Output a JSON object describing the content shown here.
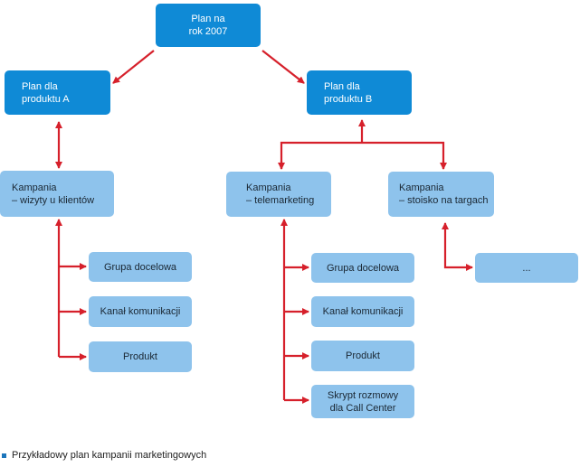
{
  "colors": {
    "top_box": "#0f8ad6",
    "sub_box": "#8ec3ec",
    "arrow": "#d6202b",
    "bullet": "#1b75bb"
  },
  "nodes": {
    "plan_2007": "Plan na\nrok 2007",
    "plan_a": "Plan dla\nproduktu A",
    "plan_b": "Plan dla\nproduktu B",
    "kampania_wizyty": "Kampania\n– wizyty u klientów",
    "kampania_telemarketing": "Kampania\n– telemarketing",
    "kampania_stoisko": "Kampania\n– stoisko na targach",
    "a_grupa": "Grupa docelowa",
    "a_kanal": "Kanał komunikacji",
    "a_produkt": "Produkt",
    "b_grupa": "Grupa docelowa",
    "b_kanal": "Kanał komunikacji",
    "b_produkt": "Produkt",
    "b_skrypt": "Skrypt rozmowy\ndla Call Center",
    "more": "..."
  },
  "caption": "Przykładowy plan kampanii marketingowych"
}
